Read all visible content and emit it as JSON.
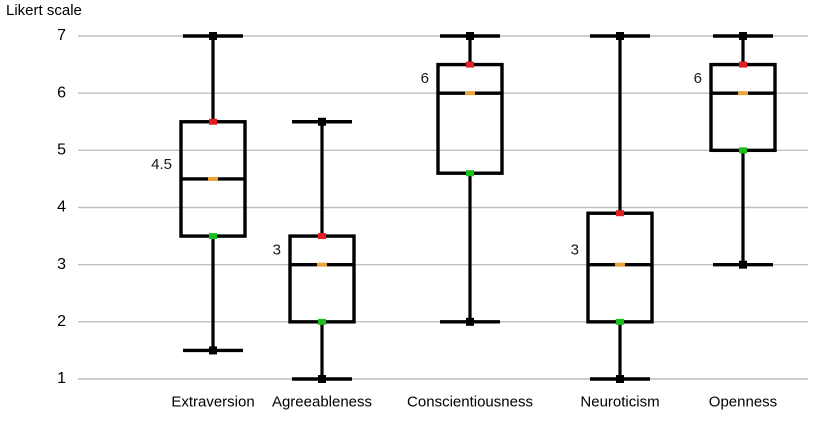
{
  "chart_data": {
    "type": "box",
    "title": "",
    "ylabel": "Likert scale",
    "xlabel": "",
    "ylim": [
      1,
      7
    ],
    "yticks": [
      1,
      2,
      3,
      4,
      5,
      6,
      7
    ],
    "ytick_labels": [
      "1",
      "2",
      "3",
      "4",
      "5",
      "6",
      "7"
    ],
    "grid": true,
    "legend": "none",
    "categories": [
      "Extraversion",
      "Agreeableness",
      "Conscientiousness",
      "Neuroticism",
      "Openness"
    ],
    "boxes": [
      {
        "category": "Extraversion",
        "whisker_low": 1.5,
        "q1": 3.5,
        "median": 4.5,
        "q3": 5.5,
        "whisker_high": 7,
        "median_label": "4.5"
      },
      {
        "category": "Agreeableness",
        "whisker_low": 1,
        "q1": 2,
        "median": 3,
        "q3": 3.5,
        "whisker_high": 5.5,
        "median_label": "3"
      },
      {
        "category": "Conscientiousness",
        "whisker_low": 2,
        "q1": 4.6,
        "median": 6,
        "q3": 6.5,
        "whisker_high": 7,
        "median_label": "6"
      },
      {
        "category": "Neuroticism",
        "whisker_low": 1,
        "q1": 2,
        "median": 3,
        "q3": 3.9,
        "whisker_high": 7,
        "median_label": "3"
      },
      {
        "category": "Openness",
        "whisker_low": 3,
        "q1": 5,
        "median": 6,
        "q3": 6.5,
        "whisker_high": 7,
        "median_label": "6"
      }
    ],
    "colors": {
      "box_stroke": "#000000",
      "whisker": "#000000",
      "cap": "#000000",
      "median_line": "#000000",
      "median_marker": "#e8a33d",
      "q3_marker": "#e02020",
      "q1_marker": "#1bbf1b",
      "cap_marker": "#000000",
      "gridline": "#bfbfbf",
      "background": "#ffffff",
      "text": "#000000"
    }
  }
}
